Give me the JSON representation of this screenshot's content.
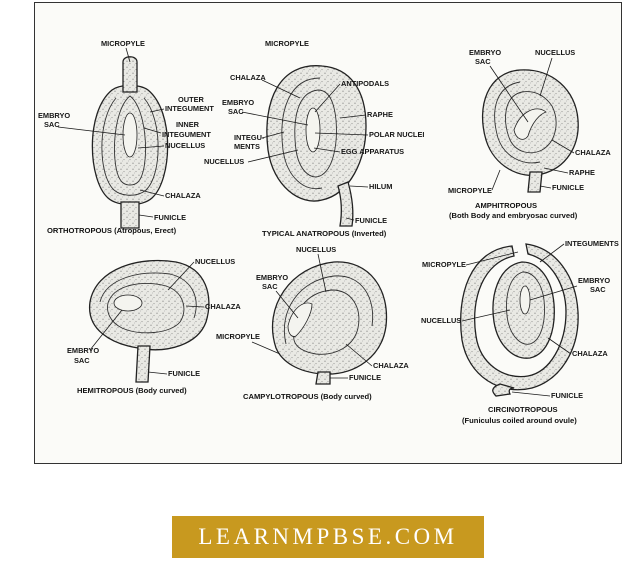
{
  "brand": {
    "text": "LEARNMPBSE.COM"
  },
  "colors": {
    "brand_bg": "#c8991f",
    "brand_text": "#ffffff",
    "ink": "#1a1a1a",
    "paper": "#fbfbf8"
  },
  "ovules": {
    "orthotropous": {
      "caption": "ORTHOTROPOUS (Atropous, Erect)",
      "labels": {
        "micropyle": "MICROPYLE",
        "outer": "OUTER",
        "integument": "INTEGUMENT",
        "embryo": "EMBRYO",
        "sac": "SAC",
        "inner": "INNER",
        "integument2": "INTEGUMENT",
        "nucellus": "NUCELLUS",
        "chalaza": "CHALAZA",
        "funicle": "FUNICLE"
      }
    },
    "anatropous": {
      "caption": "TYPICAL ANATROPOUS (Inverted)",
      "labels": {
        "micropyle": "MICROPYLE",
        "chalaza": "CHALAZA",
        "antipodals": "ANTIPODALS",
        "embryo": "EMBRYO",
        "sac": "SAC",
        "raphe": "RAPHE",
        "integu": "INTEGU-",
        "ments": "MENTS",
        "polar": "POLAR NUCLEI",
        "egg": "EGG APPARATUS",
        "nucellus": "NUCELLUS",
        "hilum": "HILUM",
        "funicle": "FUNICLE"
      }
    },
    "amphitropous": {
      "caption": "AMPHITROPOUS",
      "caption2": "(Both Body and embryosac curved)",
      "labels": {
        "embryo": "EMBRYO",
        "sac": "SAC",
        "nucellus": "NUCELLUS",
        "chalaza": "CHALAZA",
        "raphe": "RAPHE",
        "micropyle": "MICROPYLE",
        "funicle": "FUNICLE"
      }
    },
    "hemitropous": {
      "caption": "HEMITROPOUS (Body curved)",
      "labels": {
        "nucellus": "NUCELLUS",
        "chalaza": "CHALAZA",
        "embryo": "EMBRYO",
        "sac": "SAC",
        "funicle": "FUNICLE"
      }
    },
    "campylotropous": {
      "caption": "CAMPYLOTROPOUS (Body curved)",
      "labels": {
        "nucellus": "NUCELLUS",
        "embryo": "EMBRYO",
        "sac": "SAC",
        "micropyle": "MICROPYLE",
        "chalaza": "CHALAZA",
        "funicle": "FUNICLE"
      }
    },
    "circinotropous": {
      "caption": "CIRCINOTROPOUS",
      "caption2": "(Funiculus coiled around ovule)",
      "labels": {
        "integuments": "INTEGUMENTS",
        "micropyle": "MICROPYLE",
        "embryo": "EMBRYO",
        "sac": "SAC",
        "nucellus": "NUCELLUS",
        "chalaza": "CHALAZA",
        "funicle": "FUNICLE"
      }
    }
  }
}
